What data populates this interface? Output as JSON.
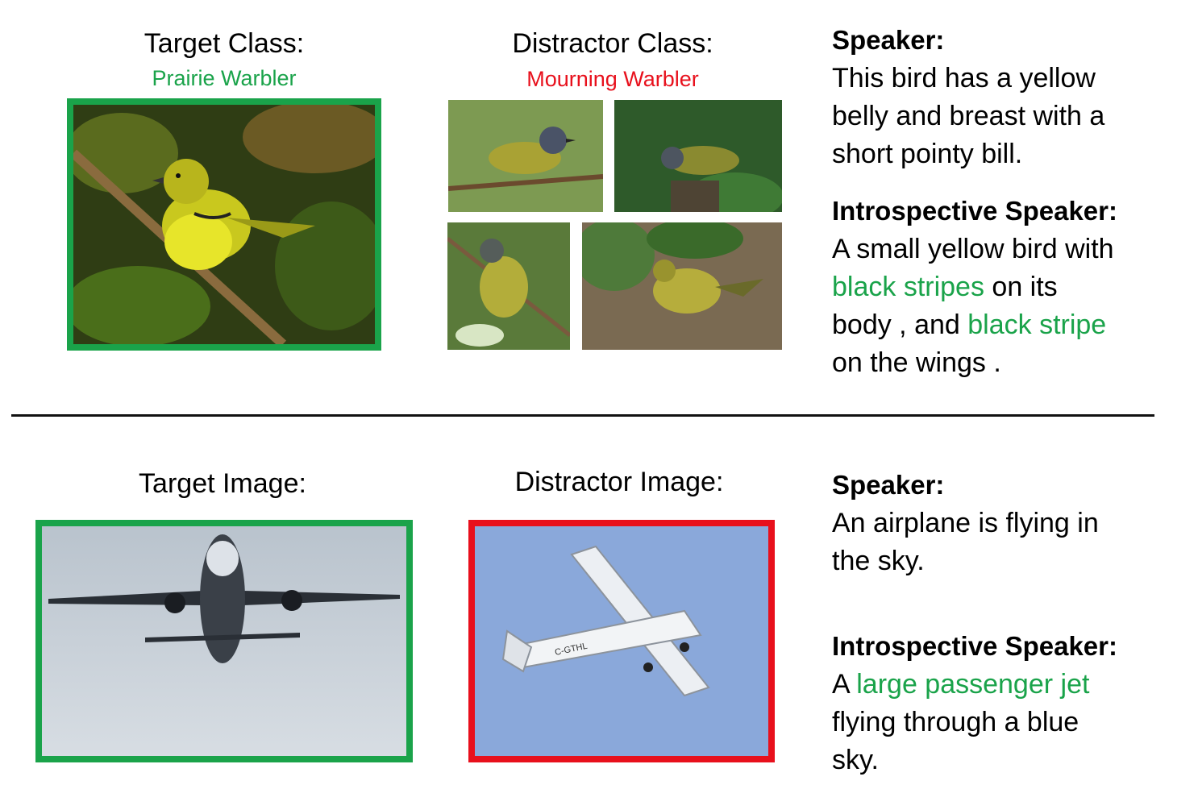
{
  "top": {
    "target_heading": "Target Class:",
    "target_class": "Prairie Warbler",
    "distractor_heading": "Distractor Class:",
    "distractor_class": "Mourning Warbler",
    "speaker_label": "Speaker:",
    "speaker_lines": [
      "This bird has a yellow",
      "belly and breast with a",
      "short pointy bill."
    ],
    "intro_label": "Introspective Speaker:",
    "intro_line1": "A small yellow bird with",
    "intro_line2_hl": "black stripes",
    "intro_line2_rest": " on its",
    "intro_line3_pre": "body , and ",
    "intro_line3_hl": "black stripe",
    "intro_line4": "on the wings ."
  },
  "bottom": {
    "target_heading": "Target Image:",
    "distractor_heading": "Distractor Image:",
    "speaker_label": "Speaker:",
    "speaker_lines": [
      "An airplane is flying in",
      "the sky."
    ],
    "intro_label": "Introspective Speaker:",
    "intro_line1_pre": "A ",
    "intro_line1_hl": "large passenger jet",
    "intro_line2": "flying through a blue",
    "intro_line3": "sky.",
    "plane_registration": "C-GTHL"
  },
  "colors": {
    "highlight_green": "#1aa34a",
    "distractor_red": "#e8101c"
  }
}
